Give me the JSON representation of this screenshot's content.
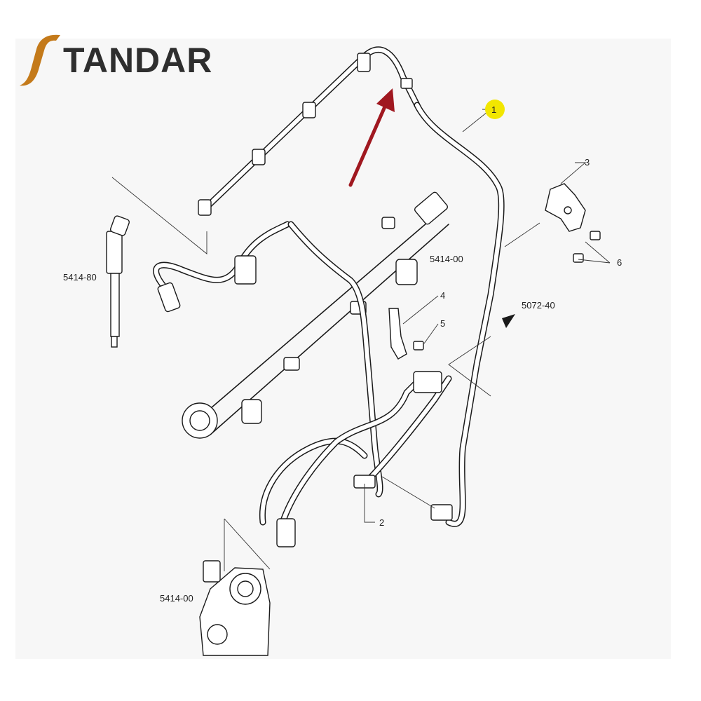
{
  "logo": {
    "text": "TANDAR",
    "glyph_color": "#c47a1a",
    "text_color": "#2e2e2e"
  },
  "highlight_color": "#f2e600",
  "arrow_color": "#a01820",
  "callouts": [
    {
      "id": "1",
      "highlighted": true
    },
    {
      "id": "2",
      "highlighted": false
    },
    {
      "id": "3",
      "highlighted": false
    },
    {
      "id": "4",
      "highlighted": false
    },
    {
      "id": "5",
      "highlighted": false
    },
    {
      "id": "6",
      "highlighted": false
    }
  ],
  "references": {
    "injector": "5414-80",
    "rail": "5414-00",
    "pump": "5414-00",
    "return_line": "5072-40"
  }
}
